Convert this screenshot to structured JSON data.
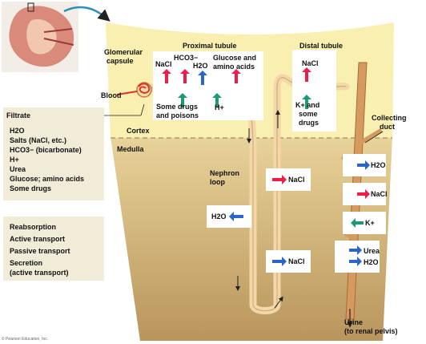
{
  "labels": {
    "glomerular_capsule": [
      "Glomerular",
      "capsule"
    ],
    "proximal_tubule": "Proximal tubule",
    "distal_tubule": "Distal tubule",
    "blood": "Blood",
    "cortex": "Cortex",
    "medulla": "Medulla",
    "nephron_loop": [
      "Nephron",
      "loop"
    ],
    "collecting_duct": [
      "Collecting",
      "duct"
    ],
    "urine": [
      "Urine",
      "(to renal pelvis)"
    ],
    "copyright": "© Pearson Education, Inc."
  },
  "proximal_box": {
    "nacl": "NaCl",
    "hco3": "HCO3−",
    "h2o": "H2O",
    "glucose": [
      "Glucose and",
      "amino acids"
    ],
    "drugs": [
      "Some drugs",
      "and poisons"
    ],
    "h_plus": "H+"
  },
  "distal_box": {
    "nacl": "NaCl",
    "k_drugs": [
      "K+ and",
      "some",
      "drugs"
    ]
  },
  "loop_boxes": {
    "nacl_upper": "NaCl",
    "h2o": "H2O",
    "nacl_lower": "NaCl"
  },
  "duct_boxes": {
    "h2o_upper": "H2O",
    "nacl": "NaCl",
    "k": "K+",
    "urea": "Urea",
    "h2o_lower": "H2O"
  },
  "filtrate": {
    "title": "Filtrate",
    "items": [
      "H2O",
      "Salts (NaCl, etc.)",
      "HCO3− (bicarbonate)",
      "H+",
      "Urea",
      "Glucose; amino acids",
      "Some drugs"
    ]
  },
  "reabsorption": {
    "title": "Reabsorption",
    "active": "Active transport",
    "passive": "Passive transport",
    "secretion": [
      "Secretion",
      "(active transport)"
    ]
  },
  "colors": {
    "active": "#ec1c4b",
    "passive": "#2a66c7",
    "secretion": "#1a9a75",
    "cortex": "#f8efb0",
    "medulla": "#cfb07a",
    "tubule": "#f3d7a8"
  }
}
